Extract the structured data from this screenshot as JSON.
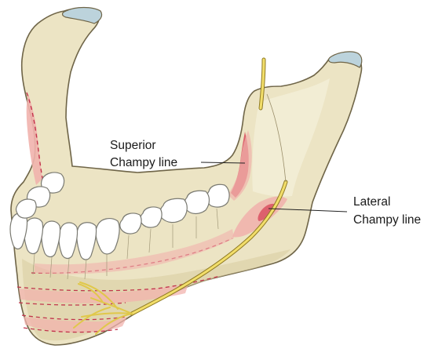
{
  "labels": {
    "superior_line1": "Superior",
    "superior_line2": "Champy line",
    "lateral_line1": "Lateral",
    "lateral_line2": "Champy line"
  },
  "colors": {
    "bone_fill": "#ece4c4",
    "bone_stroke": "#6f6548",
    "bone_shadow": "#d8cca0",
    "cartilage": "#bcd3dc",
    "tooth_fill": "#ffffff",
    "tooth_stroke": "#7a7a72",
    "champy_pink": "#f1b3ad",
    "champy_red": "#d84a5c",
    "dash_red": "#c2344c",
    "nerve_yellow": "#f2de6a",
    "nerve_stroke": "#8f7a23",
    "leader_line": "#222222"
  }
}
